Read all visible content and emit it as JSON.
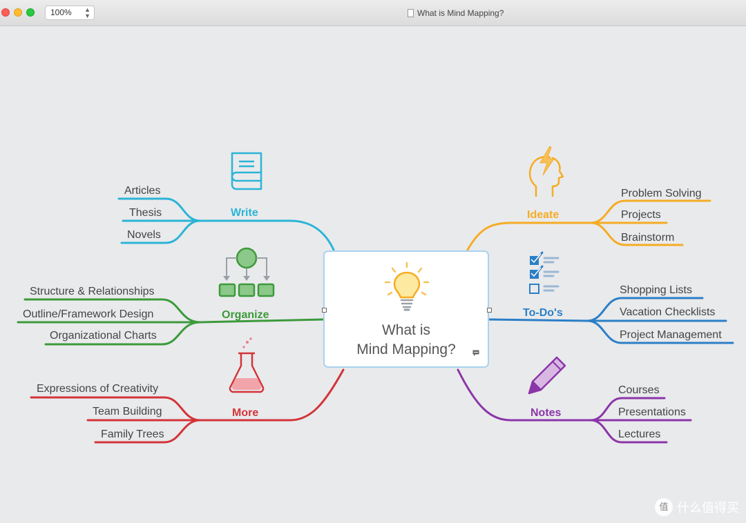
{
  "window": {
    "zoom": "100%",
    "title": "What is Mind Mapping?"
  },
  "center": {
    "line1": "What is",
    "line2": "Mind Mapping?"
  },
  "branches": {
    "write": {
      "label": "Write",
      "color": "#2bb4d6",
      "items": [
        "Articles",
        "Thesis",
        "Novels"
      ]
    },
    "organize": {
      "label": "Organize",
      "color": "#3c9a3a",
      "items": [
        "Structure & Relationships",
        "Outline/Framework Design",
        "Organizational Charts"
      ]
    },
    "more": {
      "label": "More",
      "color": "#d33438",
      "items": [
        "Expressions of Creativity",
        "Team Building",
        "Family Trees"
      ]
    },
    "ideate": {
      "label": "Ideate",
      "color": "#f5ac24",
      "items": [
        "Problem Solving",
        "Projects",
        "Brainstorm"
      ]
    },
    "todos": {
      "label": "To-Do's",
      "color": "#2b7fc6",
      "items": [
        "Shopping Lists",
        "Vacation Checklists",
        "Project Management"
      ]
    },
    "notes": {
      "label": "Notes",
      "color": "#8b35a8",
      "items": [
        "Courses",
        "Presentations",
        "Lectures"
      ]
    }
  },
  "icons": {
    "titlebar": "document-icon",
    "write": "book-icon",
    "organize": "org-chart-icon",
    "more": "flask-icon",
    "ideate": "head-lightning-icon",
    "todos": "checklist-icon",
    "notes": "pencil-icon",
    "center": "lightbulb-icon",
    "note": "note-icon"
  },
  "watermark": "什么值得买"
}
